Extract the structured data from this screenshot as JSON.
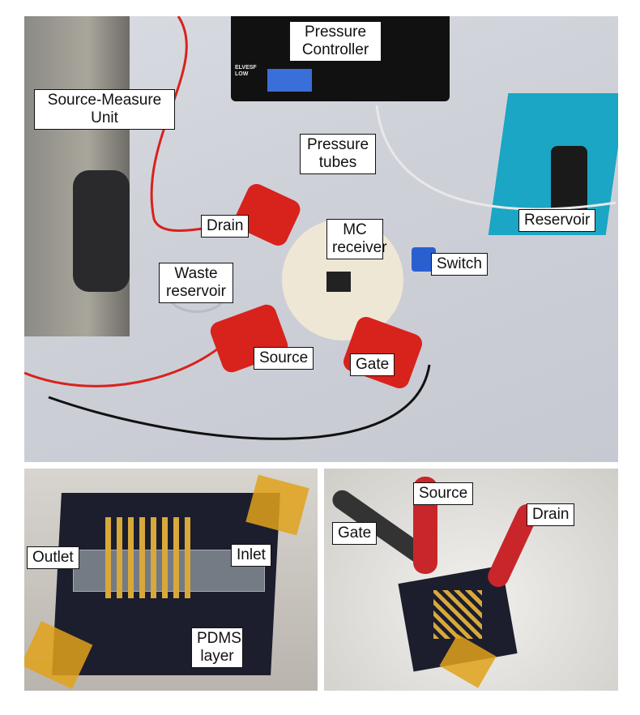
{
  "top_photo": {
    "labels": {
      "pressure_controller": "Pressure\nController",
      "source_measure_unit": "Source-Measure\nUnit",
      "pressure_tubes": "Pressure\ntubes",
      "reservoir": "Reservoir",
      "drain": "Drain",
      "mc_receiver": "MC\nreceiver",
      "waste_reservoir": "Waste\nreservoir",
      "switch": "Switch",
      "source": "Source",
      "gate": "Gate"
    },
    "device_brand": "ELVESFLOW"
  },
  "bottom_left_photo": {
    "labels": {
      "outlet": "Outlet",
      "inlet": "Inlet",
      "pdms_layer": "PDMS\nlayer"
    }
  },
  "bottom_right_photo": {
    "labels": {
      "source": "Source",
      "drain": "Drain",
      "gate": "Gate"
    }
  },
  "colors": {
    "clip_red": "#d8221c",
    "rack_cyan": "#1aa6c4",
    "tape_amber": "#e0a21a",
    "gold": "#d8a83a"
  }
}
